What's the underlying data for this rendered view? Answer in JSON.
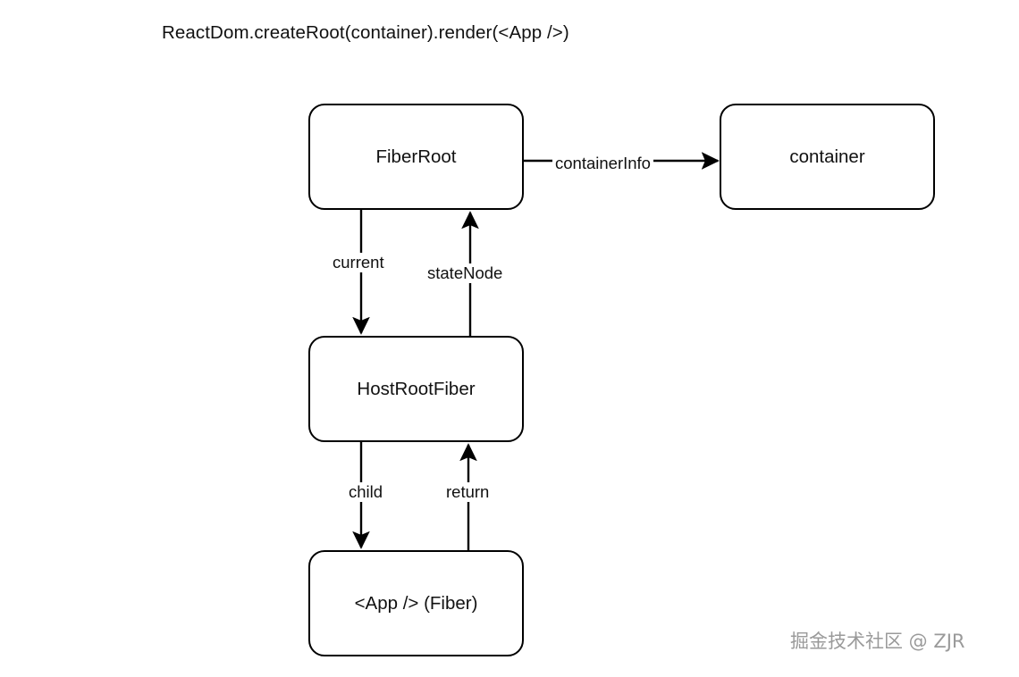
{
  "diagram": {
    "title": "ReactDom.createRoot(container).render(<App />)",
    "nodes": [
      {
        "id": "fiberroot",
        "label": "FiberRoot"
      },
      {
        "id": "container",
        "label": "container"
      },
      {
        "id": "hostrootfiber",
        "label": "HostRootFiber"
      },
      {
        "id": "appfiber",
        "label": "<App /> (Fiber)"
      }
    ],
    "edges": [
      {
        "id": "containerinfo",
        "label": "containerInfo",
        "from": "fiberroot",
        "to": "container",
        "direction": "right"
      },
      {
        "id": "current",
        "label": "current",
        "from": "fiberroot",
        "to": "hostrootfiber",
        "direction": "down"
      },
      {
        "id": "statenode",
        "label": "stateNode",
        "from": "hostrootfiber",
        "to": "fiberroot",
        "direction": "up"
      },
      {
        "id": "child",
        "label": "child",
        "from": "hostrootfiber",
        "to": "appfiber",
        "direction": "down"
      },
      {
        "id": "return",
        "label": "return",
        "from": "appfiber",
        "to": "hostrootfiber",
        "direction": "up"
      }
    ],
    "colors": {
      "background": "#ffffff",
      "stroke": "#000000",
      "text": "#111111",
      "watermark": "#9a9a9a"
    }
  },
  "watermark": {
    "text": "掘金技术社区 @ ZJR"
  }
}
